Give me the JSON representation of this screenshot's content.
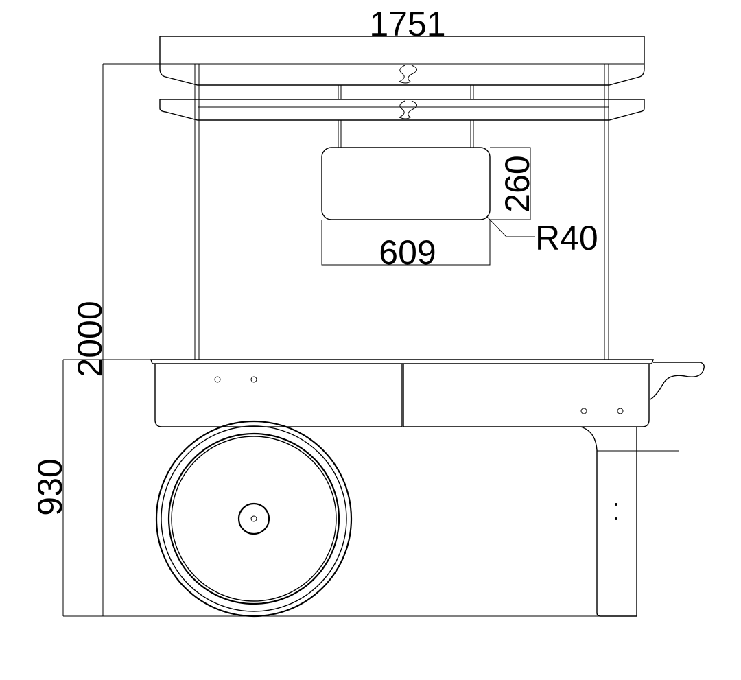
{
  "dimensions": {
    "overall_width": "1751",
    "overall_height": "2000",
    "counter_height": "930",
    "sign_height": "260",
    "sign_width": "609",
    "corner_radius": "R40"
  }
}
